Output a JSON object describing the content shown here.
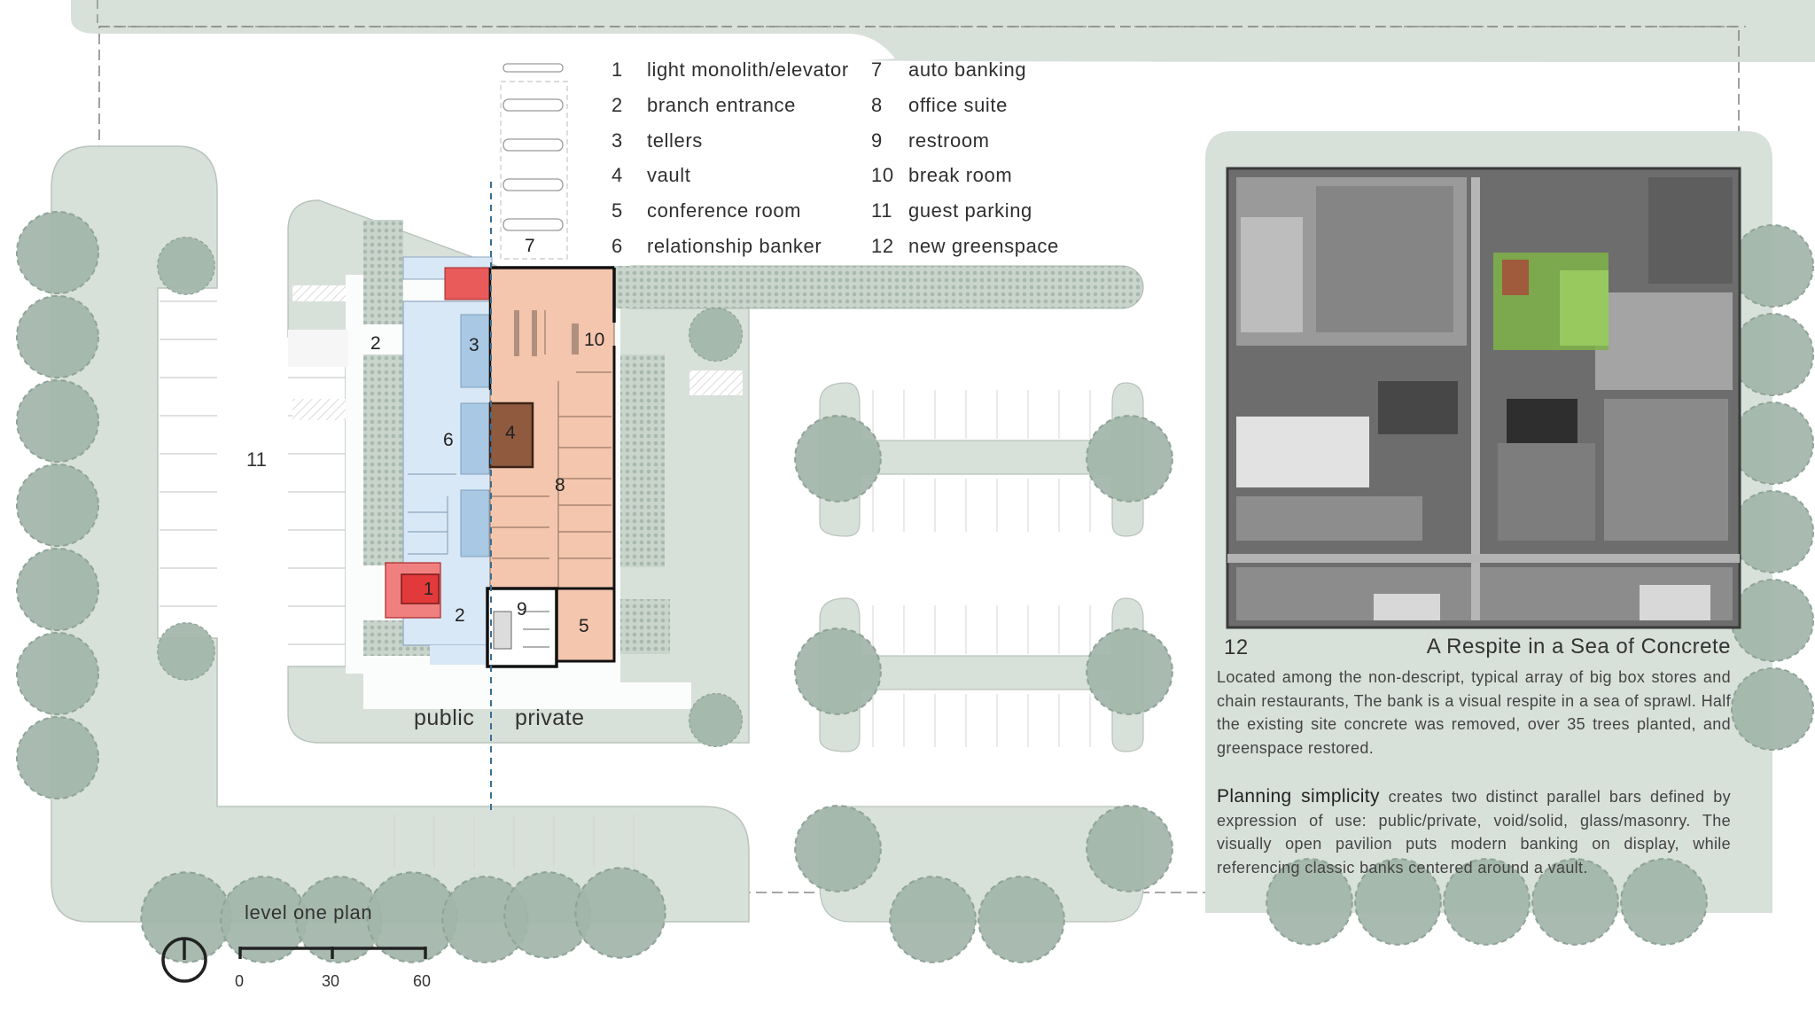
{
  "legend": [
    {
      "num": "1",
      "label": "light monolith/elevator"
    },
    {
      "num": "2",
      "label": "branch entrance"
    },
    {
      "num": "3",
      "label": "tellers"
    },
    {
      "num": "4",
      "label": "vault"
    },
    {
      "num": "5",
      "label": "conference room"
    },
    {
      "num": "6",
      "label": "relationship banker"
    },
    {
      "num": "7",
      "label": "auto banking"
    },
    {
      "num": "8",
      "label": "office suite"
    },
    {
      "num": "9",
      "label": "restroom"
    },
    {
      "num": "10",
      "label": "break room"
    },
    {
      "num": "11",
      "label": "guest parking"
    },
    {
      "num": "12",
      "label": "new greenspace"
    }
  ],
  "plan_labels": {
    "n1": "1",
    "n2a": "2",
    "n2b": "2",
    "n3": "3",
    "n4": "4",
    "n5": "5",
    "n6": "6",
    "n7": "7",
    "n8": "8",
    "n9": "9",
    "n10": "10",
    "n11": "11",
    "public": "public",
    "private": "private"
  },
  "plan_title": "level one plan",
  "scale": {
    "ticks": [
      "0",
      "30",
      "60"
    ]
  },
  "photo": {
    "number": "12",
    "title": "A Respite in a Sea of Concrete",
    "paragraph1": "Located among the non-descript, typical array of big box stores and chain restaurants, The bank is a visual respite in a sea of sprawl. Half the existing site concrete was removed, over 35 trees planted, and greenspace restored.",
    "paragraph2_lead": "Planning simplicity",
    "paragraph2": "creates two distinct parallel bars defined by expression of use: public/private, void/solid, glass/masonry. The visually open pavilion puts modern banking on display, while referencing classic banks centered around a vault."
  },
  "colors": {
    "site_green": "#d8e0da",
    "tree": "#9fb2a6",
    "public_blue": "#d9e8f6",
    "teller_blue": "#a9c8e4",
    "private_orange": "#f4c6ae",
    "vault_brown": "#8f5a3e",
    "monolith_red": "#e23a3a"
  }
}
